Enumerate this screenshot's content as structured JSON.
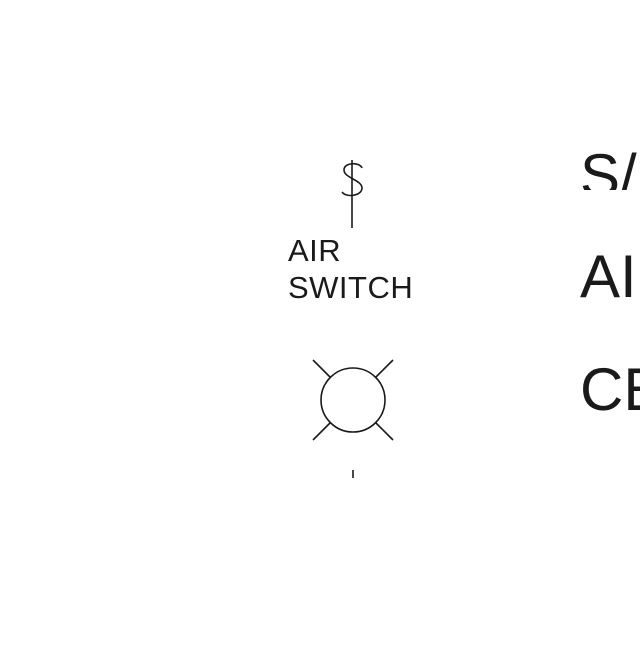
{
  "legend_entry": {
    "symbol_icon": "air-switch-dollar-symbol",
    "label_line1": "AIR",
    "label_line2": "SWITCH",
    "lamp_icon": "light-fixture-x-circle-symbol"
  },
  "right_column": {
    "item1": "S/",
    "item2": "AI",
    "item3": "CE"
  },
  "colors": {
    "stroke": "#1a1a1a",
    "background": "#ffffff"
  }
}
